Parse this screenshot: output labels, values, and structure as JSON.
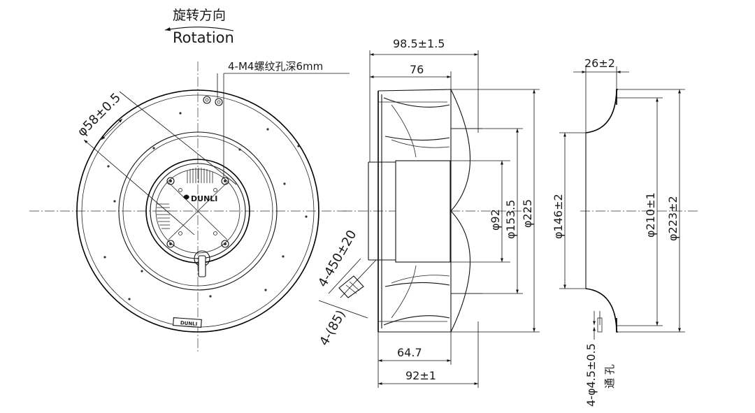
{
  "rotation": {
    "label_cn": "旋转方向",
    "label_en": "Rotation"
  },
  "front_view": {
    "hole_note": "4-M4螺纹孔深6mm",
    "hub_diameter": "φ58±0.5",
    "brand_logo": "DUNLI",
    "label_plate": "DUNLI"
  },
  "cable": {
    "length": "4-450±20",
    "strip": "4-(85)"
  },
  "side_view": {
    "overall_depth": "98.5±1.5",
    "blade_depth": "76",
    "motor_diameter": "φ92",
    "inner_diameter": "φ153.5",
    "outer_diameter": "φ225",
    "motor_depth": "64.7",
    "mount_depth": "92±1"
  },
  "inlet_ring": {
    "height": "26±2",
    "throat_diameter": "φ146±2",
    "hole_circle": "φ210±1",
    "flange_diameter": "φ223±2",
    "holes": "4-φ4.5±0.5",
    "holes_note": "通 孔"
  }
}
